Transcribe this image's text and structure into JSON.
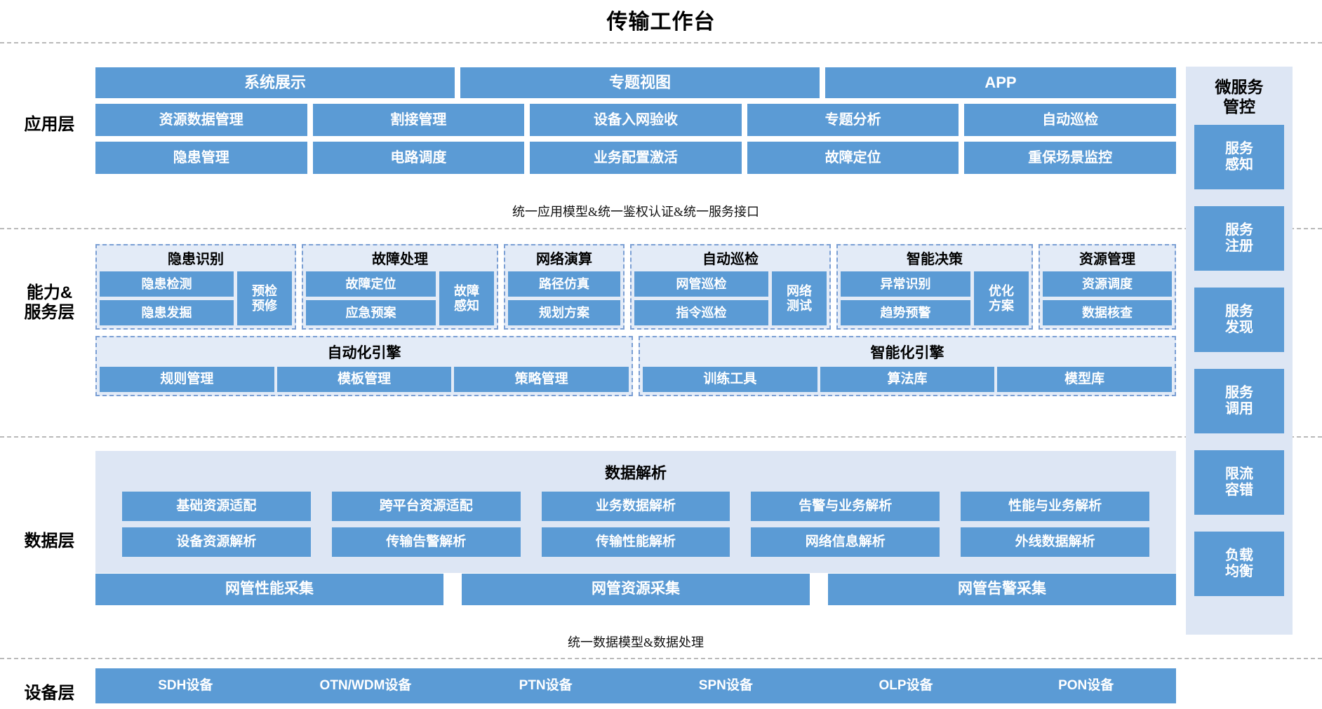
{
  "title": "传输工作台",
  "layers": {
    "application": "应用层",
    "capability": "能力&\n服务层",
    "capability_line1": "能力&",
    "capability_line2": "服务层",
    "data": "数据层",
    "device": "设备层"
  },
  "notes": {
    "app_divider": "统一应用模型&统一鉴权认证&统一服务接口",
    "data_divider": "统一数据模型&数据处理"
  },
  "application": {
    "top_row": [
      "系统展示",
      "专题视图",
      "APP"
    ],
    "mid_row": [
      "资源数据管理",
      "割接管理",
      "设备入网验收",
      "专题分析",
      "自动巡检"
    ],
    "bottom_row": [
      "隐患管理",
      "电路调度",
      "业务配置激活",
      "故障定位",
      "重保场景监控"
    ]
  },
  "capability": {
    "groups": [
      {
        "title": "隐患识别",
        "stack": [
          "隐患检测",
          "隐患发掘"
        ],
        "tall": "预检\n预修",
        "tall_line1": "预检",
        "tall_line2": "预修"
      },
      {
        "title": "故障处理",
        "stack": [
          "故障定位",
          "应急预案"
        ],
        "tall": "故障\n感知",
        "tall_line1": "故障",
        "tall_line2": "感知"
      },
      {
        "title": "网络演算",
        "stack": [
          "路径仿真",
          "规划方案"
        ],
        "tall": "",
        "tall_line1": "",
        "tall_line2": ""
      },
      {
        "title": "自动巡检",
        "stack": [
          "网管巡检",
          "指令巡检"
        ],
        "tall": "网络\n测试",
        "tall_line1": "网络",
        "tall_line2": "测试"
      },
      {
        "title": "智能决策",
        "stack": [
          "异常识别",
          "趋势预警"
        ],
        "tall": "优化\n方案",
        "tall_line1": "优化",
        "tall_line2": "方案"
      },
      {
        "title": "资源管理",
        "stack": [
          "资源调度",
          "数据核查"
        ],
        "tall": "",
        "tall_line1": "",
        "tall_line2": ""
      }
    ],
    "engines": [
      {
        "title": "自动化引擎",
        "cells": [
          "规则管理",
          "模板管理",
          "策略管理"
        ]
      },
      {
        "title": "智能化引擎",
        "cells": [
          "训练工具",
          "算法库",
          "模型库"
        ]
      }
    ]
  },
  "data_layer": {
    "title": "数据解析",
    "row1": [
      "基础资源适配",
      "跨平台资源适配",
      "业务数据解析",
      "告警与业务解析",
      "性能与业务解析"
    ],
    "row2": [
      "设备资源解析",
      "传输告警解析",
      "传输性能解析",
      "网络信息解析",
      "外线数据解析"
    ],
    "collection": [
      "网管性能采集",
      "网管资源采集",
      "网管告警采集"
    ]
  },
  "device_layer": {
    "items": [
      "SDH设备",
      "OTN/WDM设备",
      "PTN设备",
      "SPN设备",
      "OLP设备",
      "PON设备"
    ]
  },
  "microservice": {
    "title_line1": "微服务",
    "title_line2": "管控",
    "items": [
      {
        "line1": "服务",
        "line2": "感知"
      },
      {
        "line1": "服务",
        "line2": "注册"
      },
      {
        "line1": "服务",
        "line2": "发现"
      },
      {
        "line1": "服务",
        "line2": "调用"
      },
      {
        "line1": "限流",
        "line2": "容错"
      },
      {
        "line1": "负载",
        "line2": "均衡"
      }
    ]
  },
  "colors": {
    "block_blue": "#5b9bd5",
    "panel_light": "#dde6f4",
    "group_fill": "#e3ebf7",
    "dash_border": "#7b9fd4",
    "separator": "#b9b9b9"
  }
}
